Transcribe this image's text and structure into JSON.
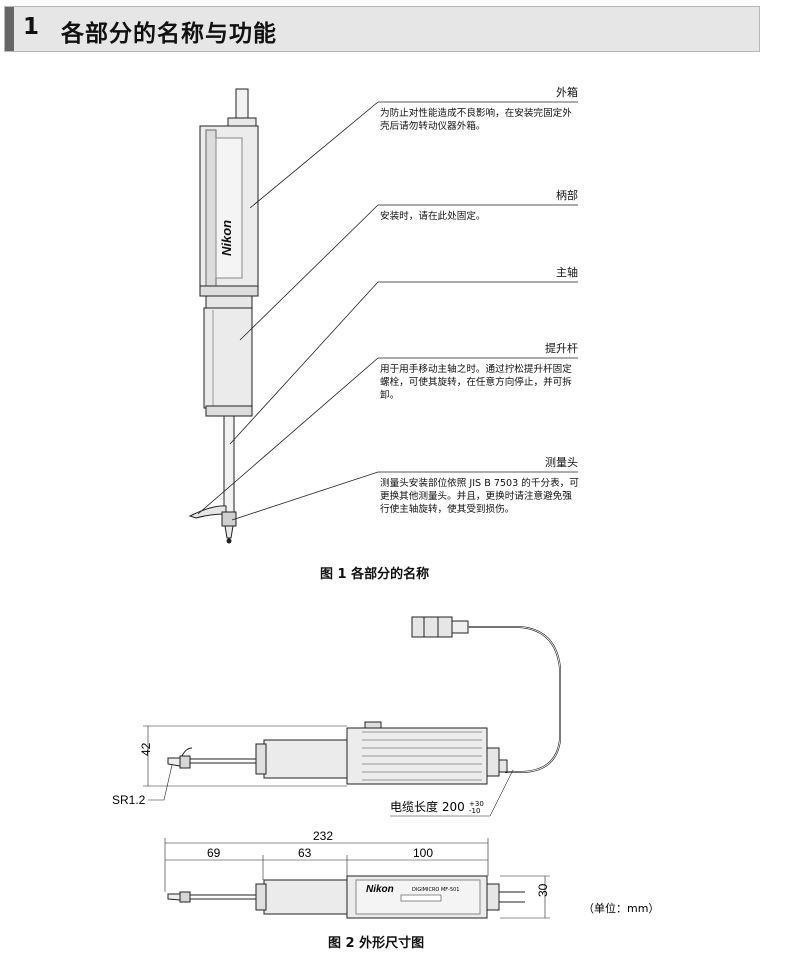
{
  "header": {
    "number": "1",
    "title": "各部分的名称与功能"
  },
  "parts": [
    {
      "label": "外箱",
      "desc": "为防止对性能造成不良影响，在安装完固定外壳后请勿转动仪器外箱。"
    },
    {
      "label": "柄部",
      "desc": "安装时，请在此处固定。"
    },
    {
      "label": "主轴",
      "desc": ""
    },
    {
      "label": "提升杆",
      "desc": "用于用手移动主轴之时。通过拧松提升杆固定螺栓，可使其旋转，在任意方向停止，并可拆卸。"
    },
    {
      "label": "测量头",
      "desc": "测量头安装部位依照 JIS B 7503 的千分表，可更换其他测量头。并且，更换时请注意避免强行使主轴旋转，使其受到损伤。"
    }
  ],
  "figure1": {
    "caption": "图 1  各部分的名称",
    "brand": "Nikon"
  },
  "figure2": {
    "caption": "图 2  外形尺寸图",
    "dim_42": "42",
    "dim_sr": "SR1.2",
    "cable_label": "电缆长度 200",
    "cable_tol_plus": "+30",
    "cable_tol_minus": "-10",
    "dim_total": "232",
    "dim_a": "69",
    "dim_b": "63",
    "dim_c": "100",
    "dim_30": "30",
    "unit": "（单位：mm）",
    "brand": "Nikon",
    "model": "DIGIMICRO  MF-501"
  }
}
